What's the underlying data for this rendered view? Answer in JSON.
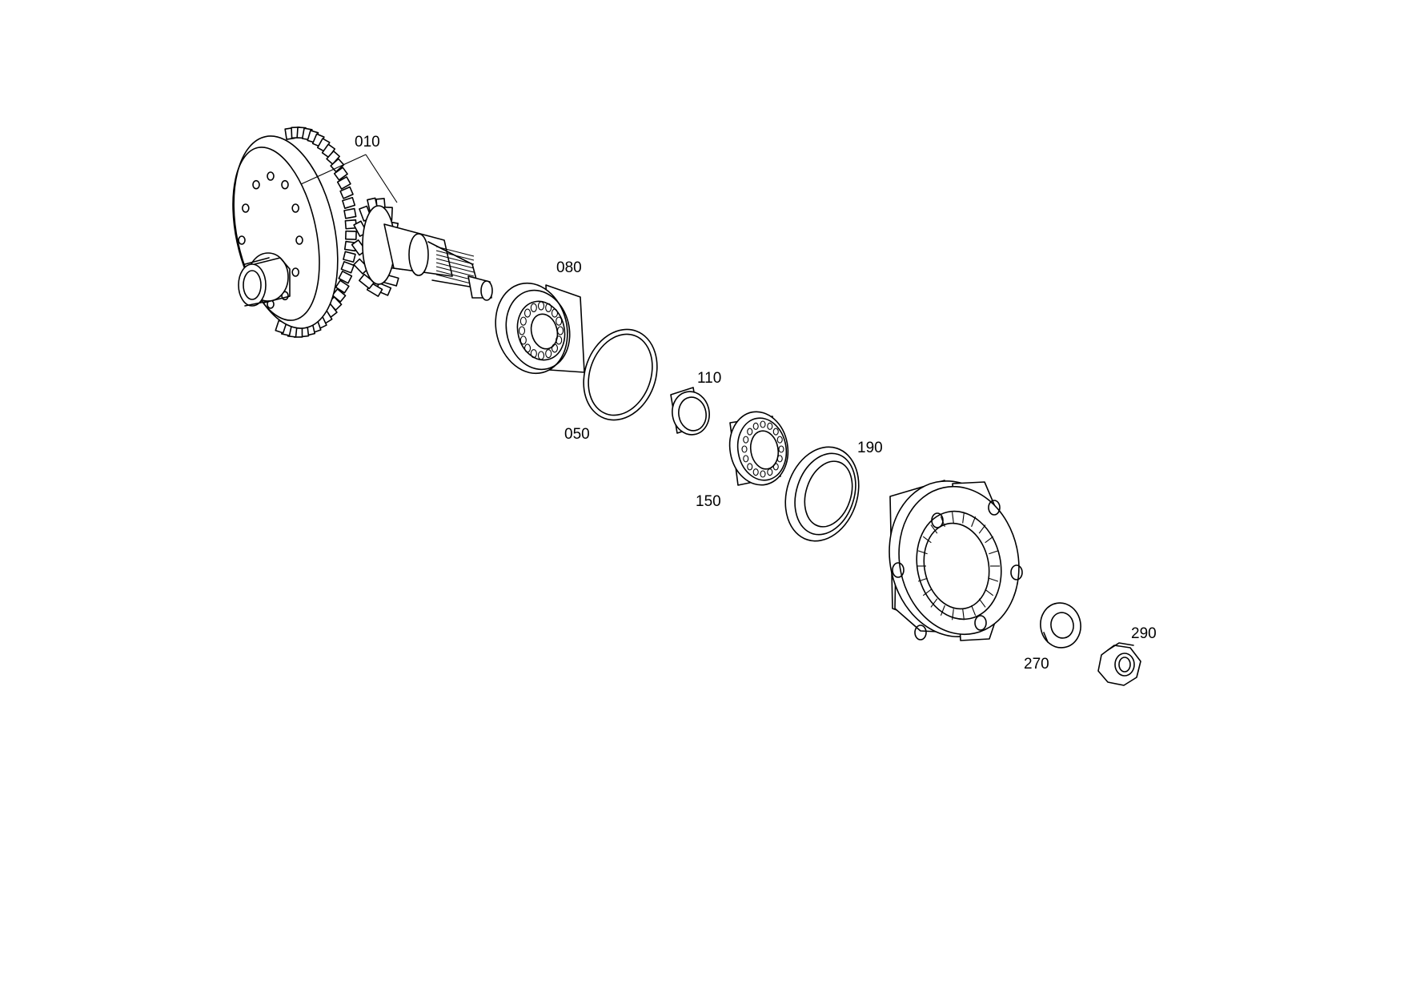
{
  "diagram": {
    "labels": {
      "p010": "010",
      "p080": "080",
      "p050": "050",
      "p110": "110",
      "p150": "150",
      "p190": "190",
      "p270": "270",
      "p290": "290"
    }
  }
}
